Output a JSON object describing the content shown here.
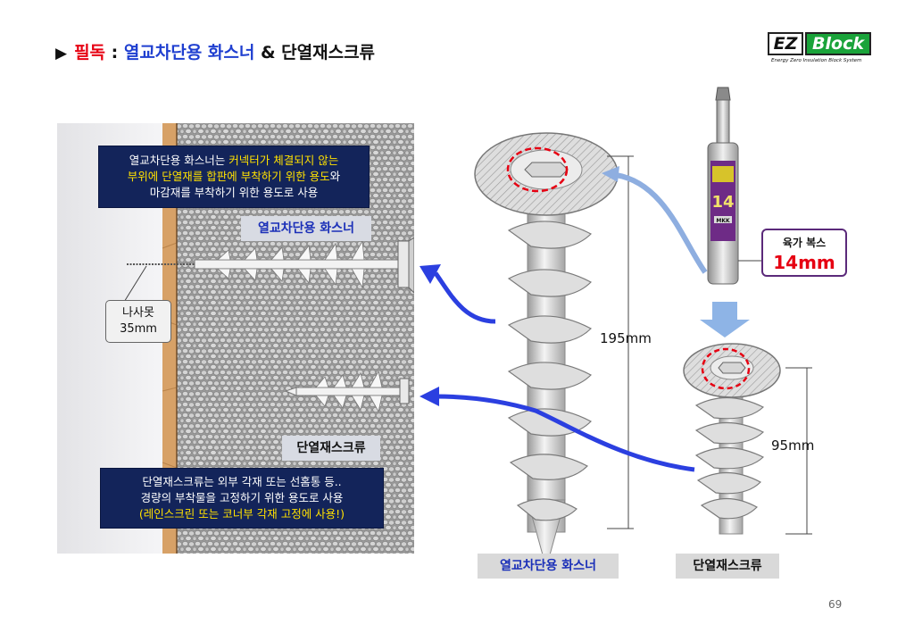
{
  "title": {
    "marker": "▶",
    "prefix": "필독",
    "colon": " : ",
    "part1": "열교차단용 화스너",
    "amp": " & ",
    "part2": "단열재스크류"
  },
  "logo": {
    "ez": "EZ",
    "block": "Block",
    "tagline": "Energy Zero Insulation Block System"
  },
  "info_top": {
    "line1_a": "열교차단용 화스너는 ",
    "line1_b": "커넥터가 체결되지 않는",
    "line2_a": "부위에 단열재를 합판에 부착하기 위한 용도",
    "line2_b": "와",
    "line3": "마감재를 부착하기 위한 용도로 사용"
  },
  "label_fastener": "열교차단용 화스너",
  "callout_screw": {
    "line1": "나사못",
    "line2": "35mm"
  },
  "label_screw": "단열재스크류",
  "info_bottom": {
    "line1": "단열재스크류는 외부 각재 또는 선홈통 등..",
    "line2": "경량의 부착물을 고정하기 위한 용도로 사용",
    "line3": "(레인스크린 또는 코너부 각재 고정에 사용!)"
  },
  "socket": {
    "label": "육가 복스",
    "size": "14mm",
    "tool_number": "14",
    "tool_brand": "MKK"
  },
  "dimensions": {
    "large": "195mm",
    "small": "95mm"
  },
  "captions": {
    "fastener": "열교차단용 화스너",
    "screw": "단열재스크류"
  },
  "page_number": "69",
  "colors": {
    "accent_red": "#e60012",
    "accent_blue": "#1f3fd0",
    "navy_box": "#13245a",
    "highlight_yellow": "#ffe100",
    "logo_green": "#1aa33a",
    "arrow_blue": "#2b3fe0",
    "arrow_light_blue": "#8eaee0"
  }
}
